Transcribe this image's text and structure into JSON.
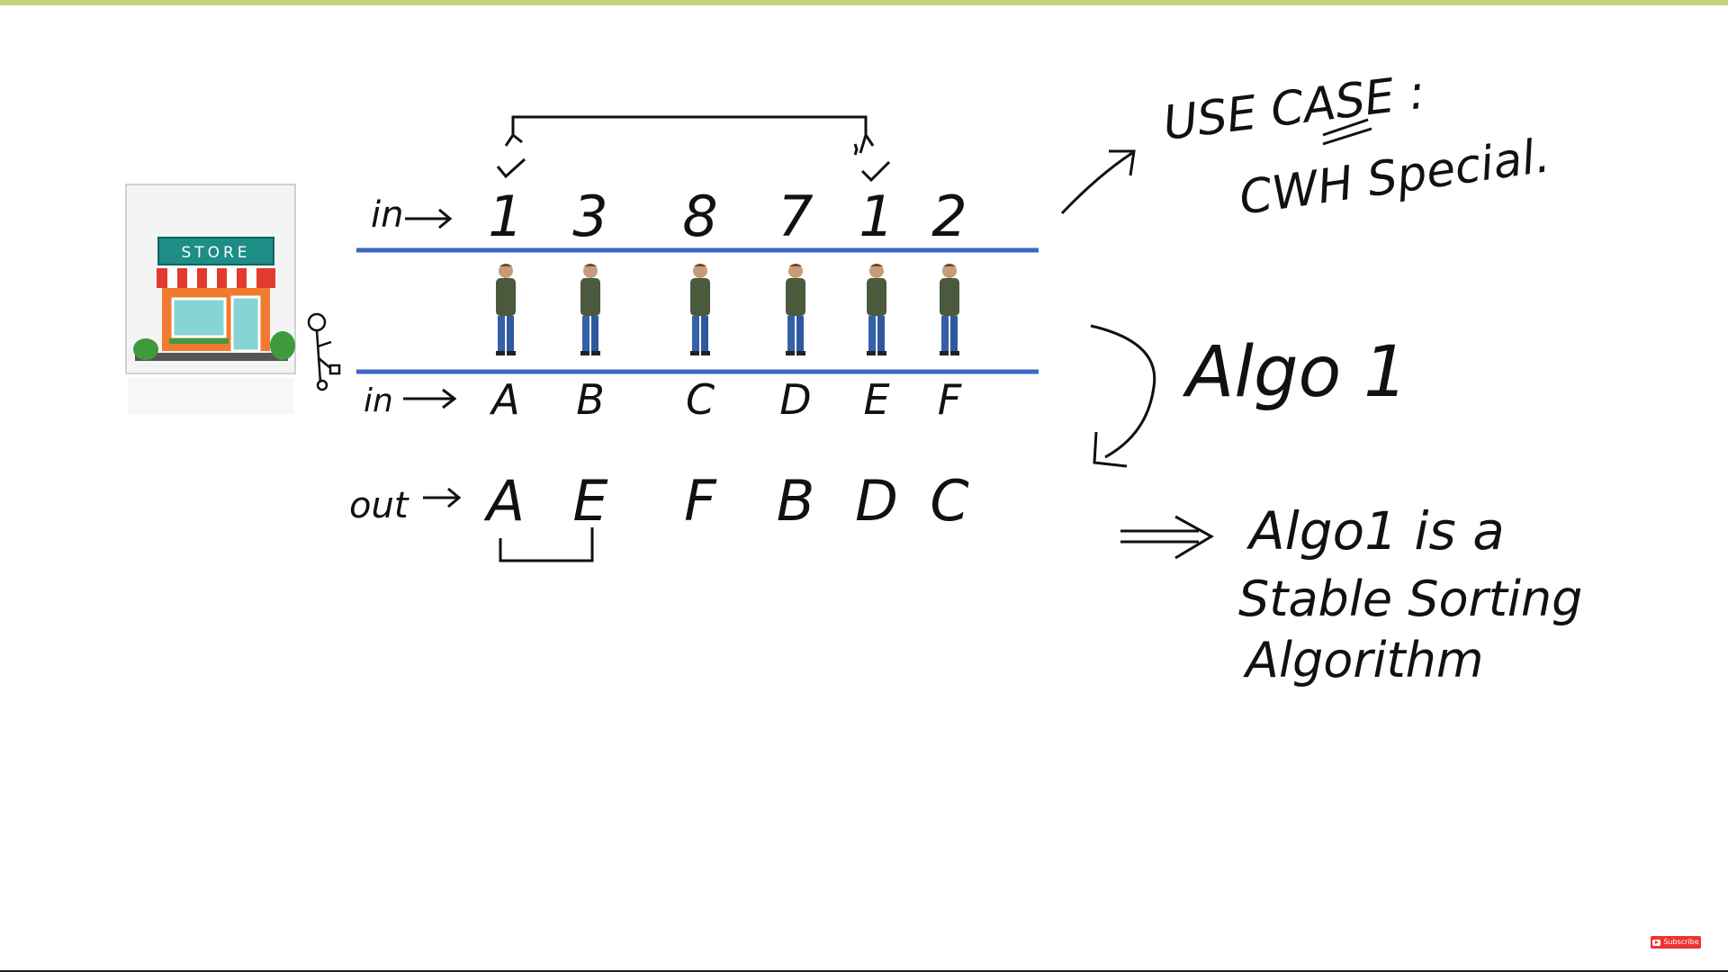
{
  "store": {
    "sign": "STORE",
    "colors": {
      "sign": "#1d8d86",
      "body": "#f07a2f",
      "awning_red": "#e23b2e"
    }
  },
  "rows": {
    "top_prefix": "in",
    "top_values": [
      "1",
      "3",
      "8",
      "7",
      "1",
      "2"
    ],
    "mid_prefix": "in",
    "mid_labels": [
      "A",
      "B",
      "C",
      "D",
      "E",
      "F"
    ],
    "out_prefix": "out",
    "out_labels": [
      "A",
      "E",
      "F",
      "B",
      "D",
      "C"
    ]
  },
  "notes": {
    "use_case_title": "USE CASE :",
    "use_case_sub": "CWH Special.",
    "algo_label": "Algo 1",
    "conclusion_lines": [
      "Algo1 is a",
      "Stable Sorting",
      "Algorithm"
    ]
  },
  "colors": {
    "lane": "#3a66c5",
    "ink": "#111111",
    "topbar": "#c5d27a"
  },
  "footer": {
    "subscribe": "Subscribe"
  }
}
